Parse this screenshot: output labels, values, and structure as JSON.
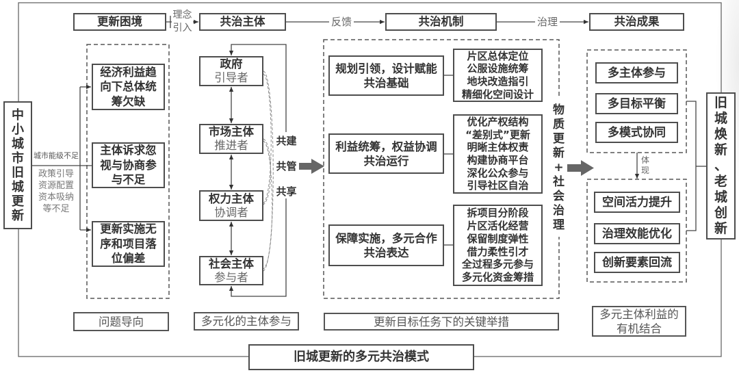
{
  "diagram": {
    "title": "旧城更新的多元共治模式"
  },
  "origin": {
    "label": "中小城市旧城更新"
  },
  "outcome": {
    "label": "旧城焕新、老城创新"
  },
  "flow": {
    "stages": [
      "更新困境",
      "共治主体",
      "共治机制",
      "共治成果"
    ],
    "transitions": [
      "理念\n引入",
      "反馈",
      "治理"
    ]
  },
  "problems": {
    "section_label": "问题导向",
    "cause_primary": "城市能级不足",
    "cause_secondary": "政策引导\n资源配置\n资本吸纳\n等不足",
    "items": [
      "经济利益趋\n向下总体统\n筹欠缺",
      "主体诉求忽\n视与协商参\n与不足",
      "更新实施无\n序和项目落\n位偏差"
    ]
  },
  "actors": {
    "section_label": "多元化的主体参与",
    "items": [
      {
        "name": "政府",
        "role": "引导者"
      },
      {
        "name": "市场主体",
        "role": "推进者"
      },
      {
        "name": "权力主体",
        "role": "协调者"
      },
      {
        "name": "社会主体",
        "role": "参与者"
      }
    ],
    "modes": [
      "共建",
      "共管",
      "共享"
    ]
  },
  "mechanisms": {
    "section_label": "更新目标任务下的关键举措",
    "side_label": "物质更新+社会治理",
    "items": [
      {
        "title": "规划引领，设计赋能\n共治基础",
        "measures": [
          "片区总体定位",
          "公服设施统筹",
          "地块改造指引",
          "精细化空间设计"
        ]
      },
      {
        "title": "利益统筹，权益协调\n共治运行",
        "measures": [
          "优化产权结构",
          "“差别式”更新",
          "明晰主体权责",
          "构建协商平台",
          "深化公众参与",
          "引导社区自治"
        ]
      },
      {
        "title": "保障实施，多元合作\n共治表达",
        "measures": [
          "拆项目分阶段",
          "片区活化经营",
          "保留制度弹性",
          "借力柔性引才",
          "全过程多元参与",
          "多元化资金筹措"
        ]
      }
    ]
  },
  "results": {
    "section_label": "多元主体利益的\n有机结合",
    "goals": [
      "多主体参与",
      "多目标平衡",
      "多模式协同"
    ],
    "link_label": "体现",
    "effects": [
      "空间活力提升",
      "治理效能优化",
      "创新要素回流"
    ]
  }
}
